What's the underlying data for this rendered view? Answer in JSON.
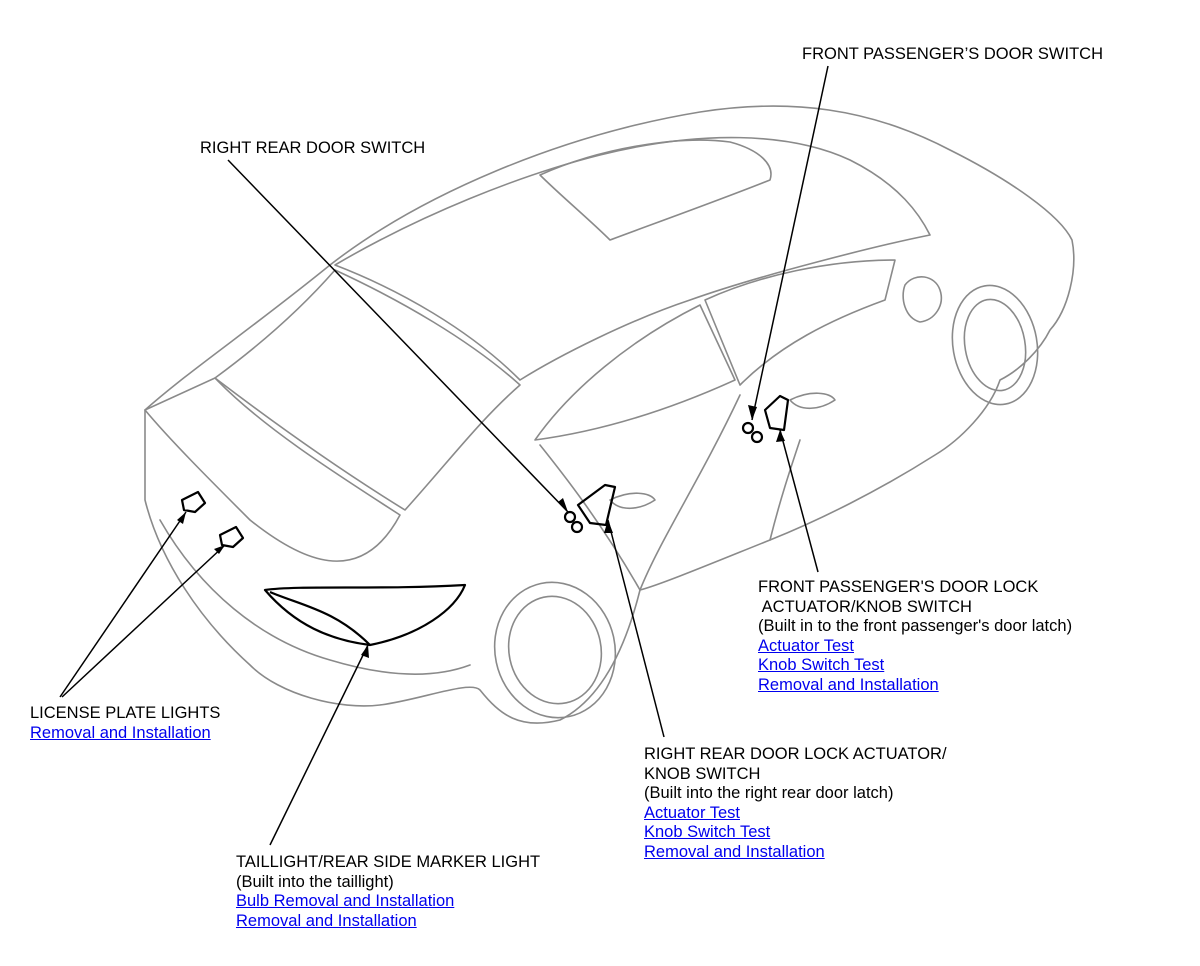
{
  "colors": {
    "link": "#0000ee",
    "line": "#000000",
    "outline": "#8a8a8a"
  },
  "callouts": {
    "front_passenger_door_switch": {
      "title": "FRONT PASSENGER’S DOOR SWITCH"
    },
    "right_rear_door_switch": {
      "title": "RIGHT REAR DOOR SWITCH"
    },
    "front_passenger_door_lock": {
      "title_line1": "FRONT PASSENGER'S DOOR LOCK",
      "title_line2": " ACTUATOR/KNOB SWITCH",
      "note": "(Built in to the front passenger's door latch)",
      "links": [
        "Actuator Test",
        "Knob Switch Test",
        "Removal and Installation"
      ]
    },
    "license_plate_lights": {
      "title": "LICENSE PLATE LIGHTS",
      "links": [
        "Removal and Installation"
      ]
    },
    "right_rear_door_lock": {
      "title_line1": "RIGHT REAR DOOR LOCK ACTUATOR/",
      "title_line2": "KNOB SWITCH",
      "note": "(Built into the right rear door latch)",
      "links": [
        "Actuator Test",
        "Knob Switch Test",
        "Removal and Installation"
      ]
    },
    "taillight": {
      "title": "TAILLIGHT/REAR SIDE MARKER LIGHT",
      "note": "(Built into the taillight)",
      "links": [
        "Bulb Removal and Installation",
        "Removal and Installation"
      ]
    }
  }
}
